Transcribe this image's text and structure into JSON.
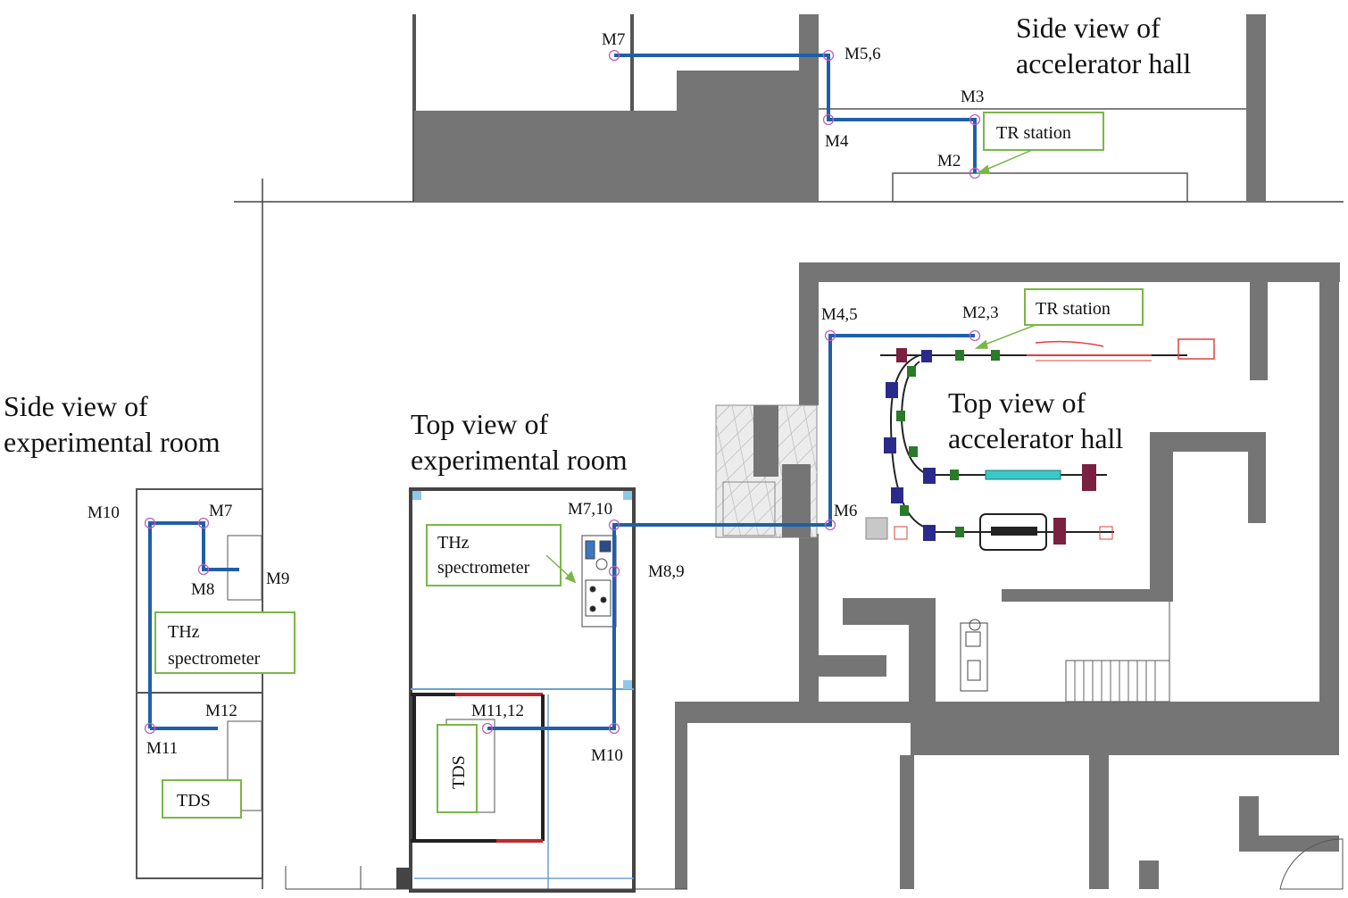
{
  "titles": {
    "side_accel": [
      "Side view of",
      "accelerator hall"
    ],
    "top_accel": [
      "Top view of",
      "accelerator hall"
    ],
    "side_exp": [
      "Side view of",
      "experimental room"
    ],
    "top_exp": [
      "Top view of",
      "experimental room"
    ]
  },
  "boxes": {
    "tr_station_side": "TR station",
    "tr_station_top": "TR station",
    "thz_top": [
      "THz",
      "spectrometer"
    ],
    "thz_side": [
      "THz",
      "spectrometer"
    ],
    "tds_side": "TDS",
    "tds_top": "TDS"
  },
  "mirrors": {
    "side_accel": {
      "m7": "M7",
      "m56": "M5,6",
      "m3": "M3",
      "m4": "M4",
      "m2": "M2"
    },
    "top_accel": {
      "m45": "M4,5",
      "m23": "M2,3",
      "m6": "M6"
    },
    "top_exp": {
      "m710": "M7,10",
      "m89": "M8,9",
      "m1112": "M11,12",
      "m10": "M10"
    },
    "side_exp": {
      "m10": "M10",
      "m7": "M7",
      "m8": "M8",
      "m9": "M9",
      "m12": "M12",
      "m11": "M11"
    }
  },
  "colors": {
    "beam_path": "#1f5fa8",
    "wall": "#757575",
    "label_box": "#7ab648",
    "mirror": "#c060c0",
    "red_wall": "#c0282d"
  }
}
